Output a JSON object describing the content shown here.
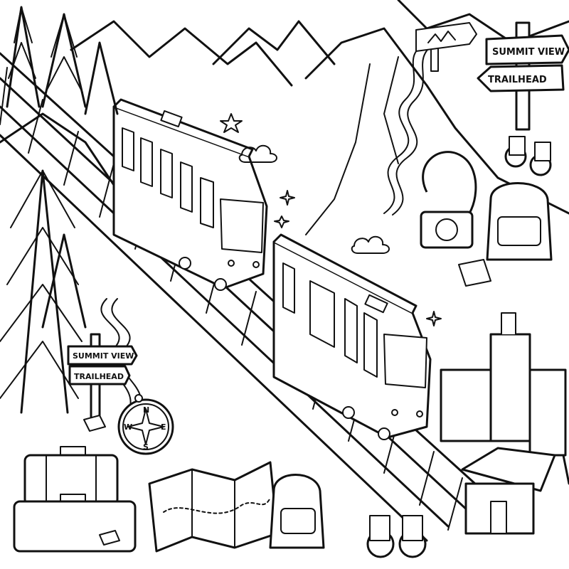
{
  "scene": {
    "title": "Mountain funicular coloring page",
    "style": "black line art on white",
    "line_color": "#111111",
    "background": "#ffffff"
  },
  "signs": {
    "top_right": {
      "upper": "SUMMIT VIEW",
      "lower": "TRAILHEAD"
    },
    "left": {
      "upper": "SUMMIT VIEW",
      "lower": "TRAILHEAD"
    },
    "top_center_icon": "mountain-icon"
  },
  "compass": {
    "n": "N",
    "e": "E",
    "s": "S",
    "w": "W"
  },
  "objects": [
    "funicular-car-upper",
    "funicular-car-lower",
    "railway-track",
    "pine-trees",
    "mountains",
    "winding-river",
    "binoculars",
    "backpack",
    "camera",
    "map",
    "suitcases",
    "luggage-tags",
    "cabin",
    "city-buildings",
    "stars",
    "clouds"
  ]
}
